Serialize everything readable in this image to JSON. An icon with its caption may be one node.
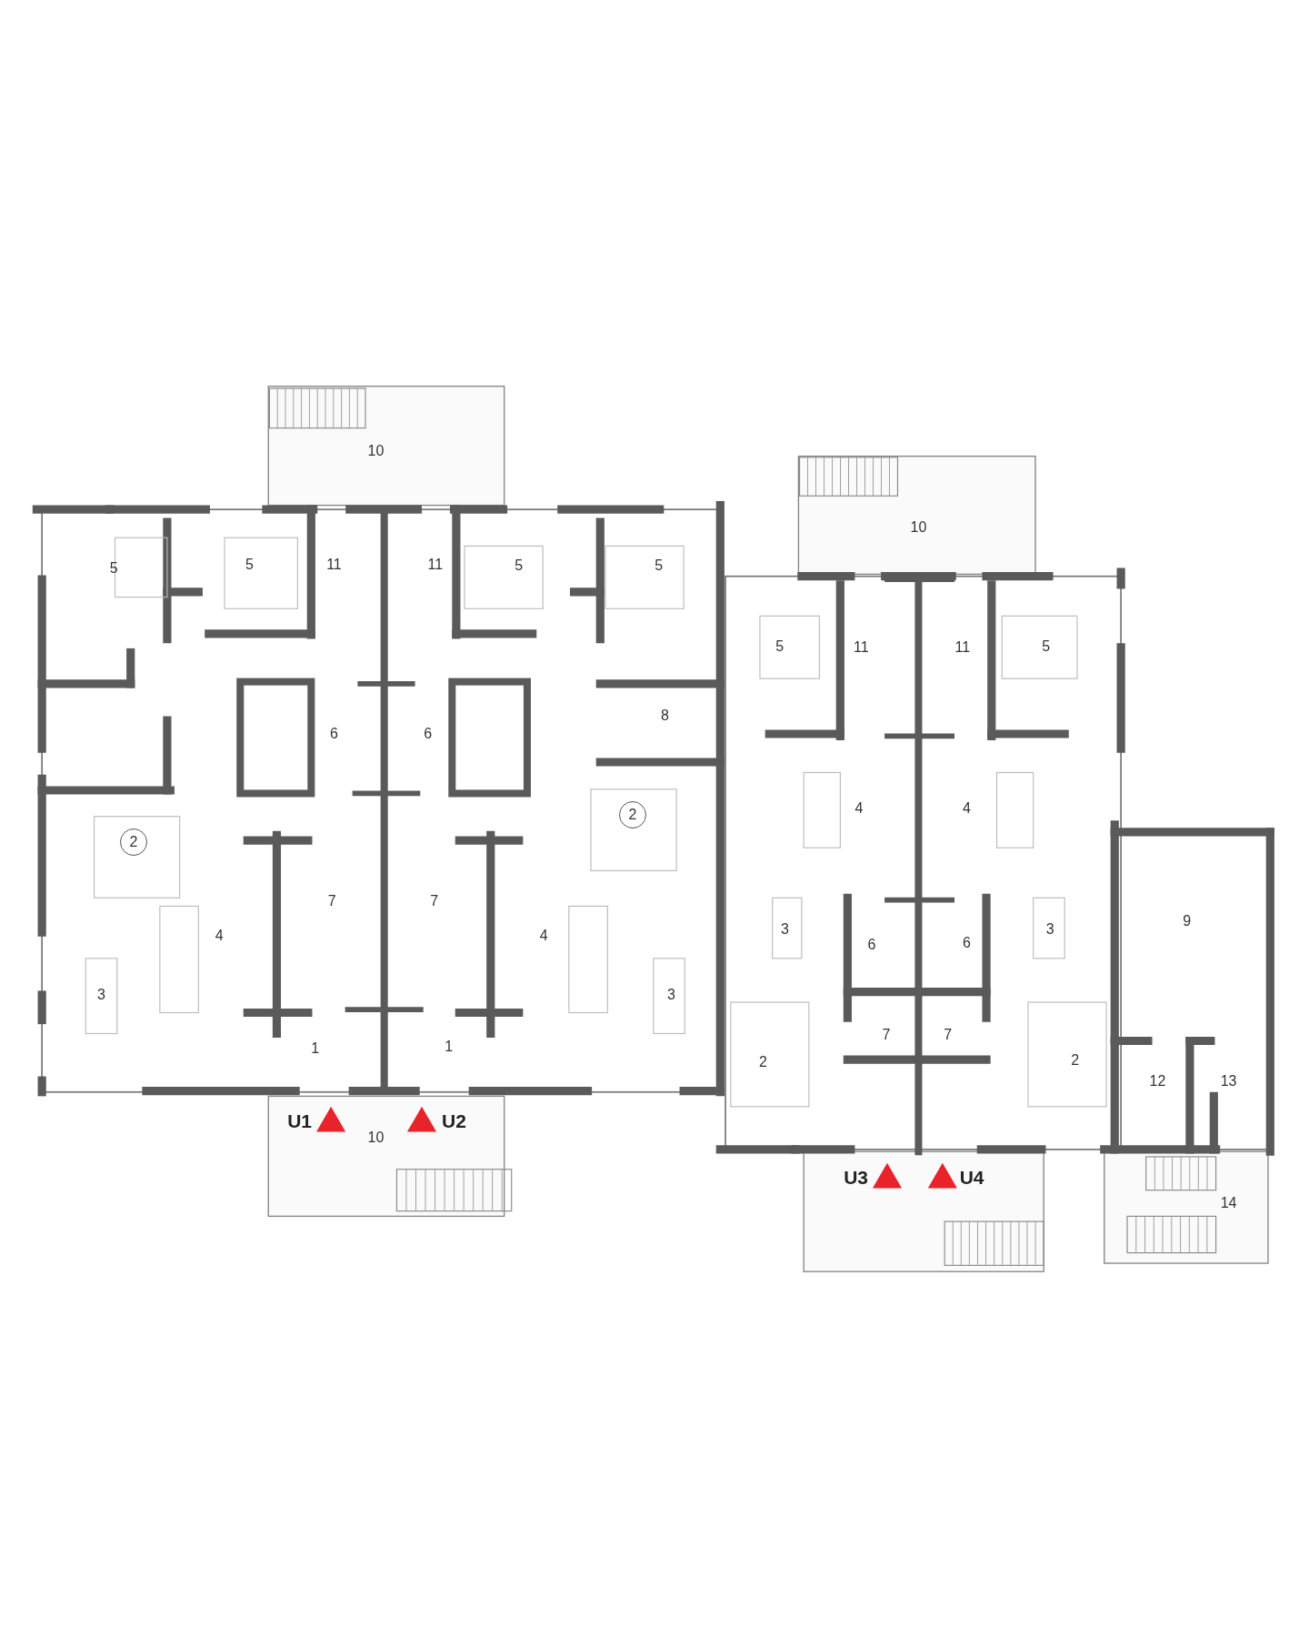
{
  "diagram": {
    "labels": [
      "10",
      "10",
      "5",
      "5",
      "11",
      "11",
      "5",
      "5",
      "5",
      "11",
      "11",
      "5",
      "6",
      "6",
      "8",
      "4",
      "4",
      "2",
      "2",
      "7",
      "7",
      "9",
      "3",
      "3",
      "4",
      "4",
      "6",
      "6",
      "3",
      "3",
      "7",
      "7",
      "1",
      "1",
      "2",
      "2",
      "12",
      "13",
      "U1",
      "10",
      "U2",
      "U3",
      "U4",
      "14"
    ]
  }
}
